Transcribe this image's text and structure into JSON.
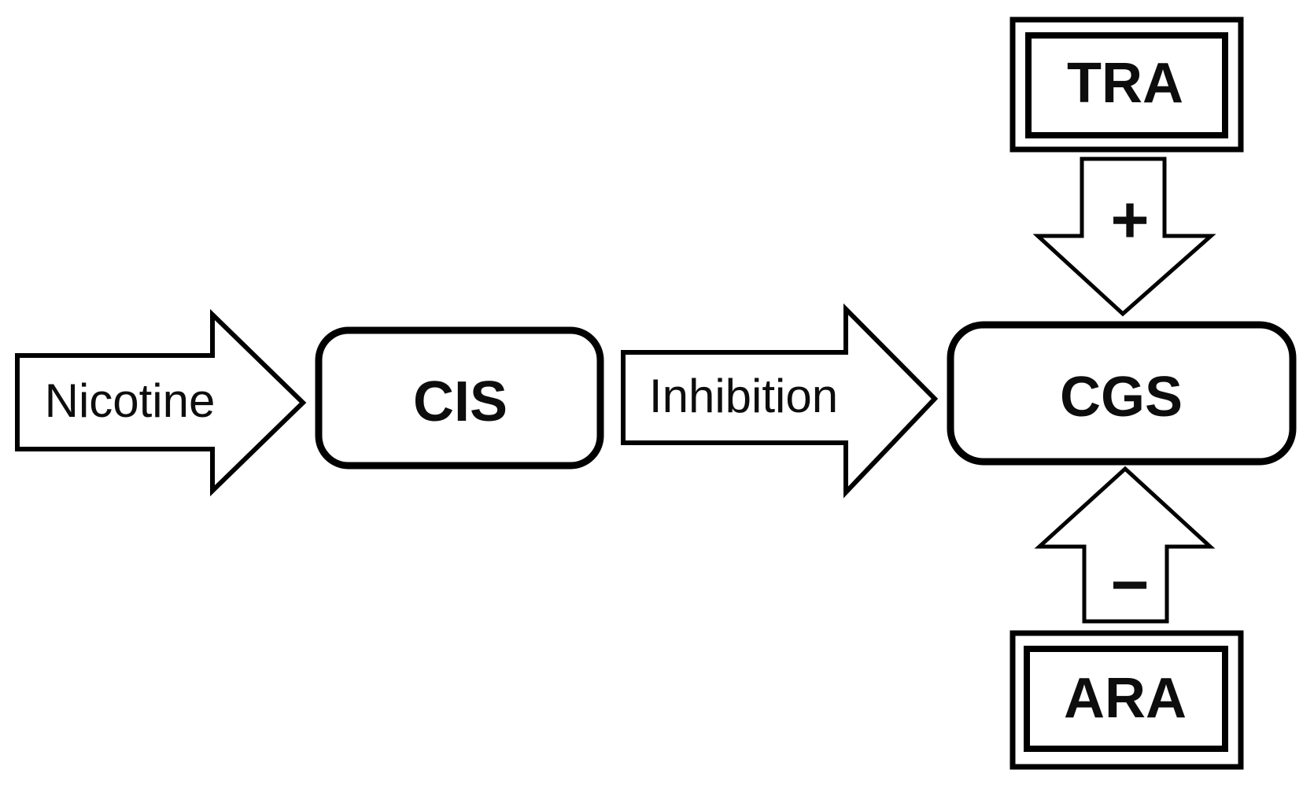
{
  "figure": {
    "background_color": "#ffffff",
    "line_color": "#000000",
    "text_color": "#0d0d0d"
  },
  "nodes": {
    "cis": {
      "label": "CIS",
      "shape": "rounded-rect"
    },
    "cgs": {
      "label": "CGS",
      "shape": "rounded-rect"
    },
    "tra": {
      "label": "TRA",
      "shape": "double-bordered-rect"
    },
    "ara": {
      "label": "ARA",
      "shape": "double-bordered-rect"
    }
  },
  "arrows": {
    "nicotine": {
      "label": "Nicotine",
      "direction": "right"
    },
    "inhibition": {
      "label": "Inhibition",
      "direction": "right"
    },
    "tra_to_cgs": {
      "label": "+",
      "direction": "down"
    },
    "ara_to_cgs": {
      "label": "−",
      "direction": "up"
    }
  }
}
